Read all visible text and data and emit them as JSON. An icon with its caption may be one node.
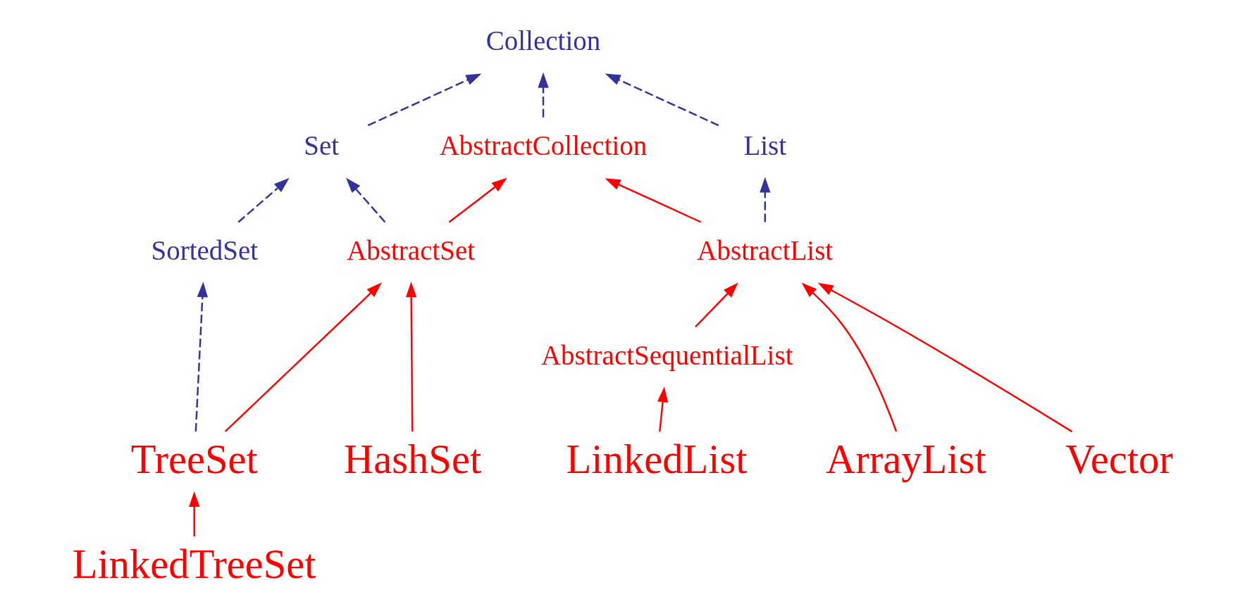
{
  "diagram": {
    "nodes": [
      {
        "text": [
          "Collection"
        ]
      },
      {
        "text": [
          "List"
        ]
      },
      {
        "text": [
          "Set"
        ]
      },
      {
        "text": [
          "SortedSet"
        ]
      },
      {
        "text": [
          "AbstractCollection"
        ]
      },
      {
        "text": [
          "AbstractList"
        ]
      },
      {
        "text": [
          "AbstractSet"
        ]
      },
      {
        "text": [
          "AbstractSequentialList"
        ]
      },
      {
        "text": [
          "LinkedList"
        ]
      },
      {
        "text": [
          "ArrayList"
        ]
      },
      {
        "text": [
          "Vector"
        ]
      },
      {
        "text": [
          "HashSet"
        ]
      },
      {
        "text": [
          "TreeSet"
        ]
      },
      {
        "text": [
          "LinkedTreeSet"
        ]
      }
    ],
    "edges": [
      {
        "from": 1,
        "to": 0,
        "arrow": "to",
        "style": "dashed",
        "color": "#333399"
      },
      {
        "from": 4,
        "to": 0,
        "arrow": "to",
        "style": "dashed",
        "color": "#333399"
      },
      {
        "from": 2,
        "to": 0,
        "arrow": "to",
        "style": "dashed",
        "color": "#333399"
      },
      {
        "from": 3,
        "to": 2,
        "arrow": "to",
        "style": "dashed",
        "color": "#333399"
      },
      {
        "from": 5,
        "to": 1,
        "arrow": "to",
        "style": "dashed",
        "color": "#333399"
      },
      {
        "from": 5,
        "to": 4,
        "arrow": "to"
      },
      {
        "from": 6,
        "to": 4,
        "arrow": "to"
      },
      {
        "from": 6,
        "to": 2,
        "arrow": "to",
        "style": "dashed",
        "color": "#333399"
      },
      {
        "from": 12,
        "to": 3,
        "arrow": "to",
        "style": "dashed",
        "color": "#333399"
      },
      {
        "from": 7,
        "to": 5,
        "arrow": "to"
      },
      {
        "from": 9,
        "to": 5,
        "arrow": "to"
      },
      {
        "from": 10,
        "to": 5,
        "arrow": "to"
      },
      {
        "from": 11,
        "to": 6,
        "arrow": "to"
      },
      {
        "from": 12,
        "to": 6,
        "arrow": "to"
      },
      {
        "from": 8,
        "to": 7,
        "arrow": "to"
      },
      {
        "from": 13,
        "to": 12,
        "arrow": "to"
      }
    ]
  }
}
